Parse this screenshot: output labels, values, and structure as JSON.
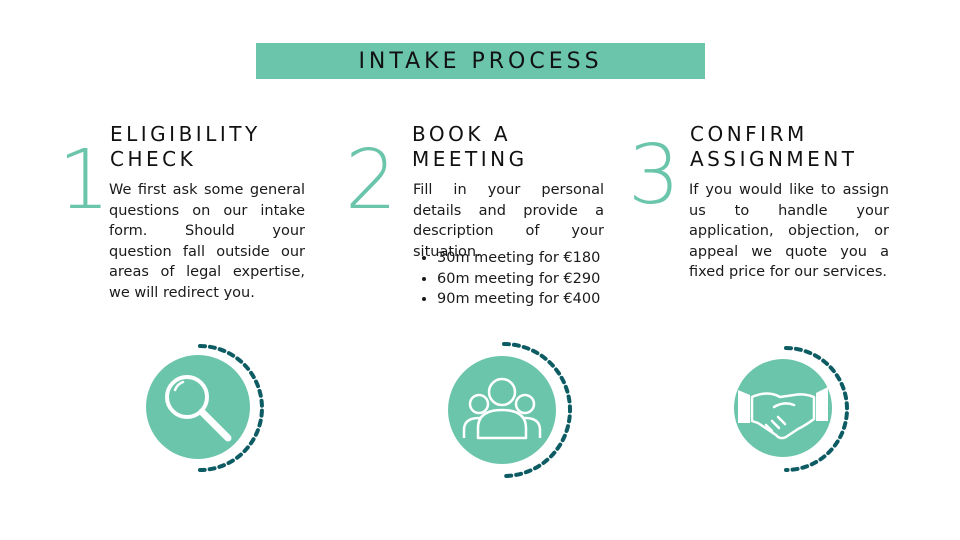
{
  "header": {
    "title": "INTAKE PROCESS"
  },
  "steps": [
    {
      "number": "1",
      "title_line1": "ELIGIBILITY",
      "title_line2": "CHECK",
      "description": "We first ask some general questions on our intake form. Should your question fall outside our areas of legal expertise, we will redirect you.",
      "icon": "magnifying-glass-icon"
    },
    {
      "number": "2",
      "title_line1": "BOOK A",
      "title_line2": "MEETING",
      "description": "Fill in your personal details and provide a description of your situation.",
      "bullets": [
        "30m meeting for €180",
        "60m meeting for €290",
        "90m meeting for €400"
      ],
      "icon": "people-group-icon"
    },
    {
      "number": "3",
      "title_line1": "CONFIRM",
      "title_line2": "ASSIGNMENT",
      "description": "If you would like to assign us to handle your application, objection, or appeal we quote you a fixed price for our services.",
      "icon": "handshake-icon"
    }
  ],
  "colors": {
    "accent": "#6bc5aa",
    "dots": "#0d5c63",
    "text": "#1a1a1a"
  }
}
